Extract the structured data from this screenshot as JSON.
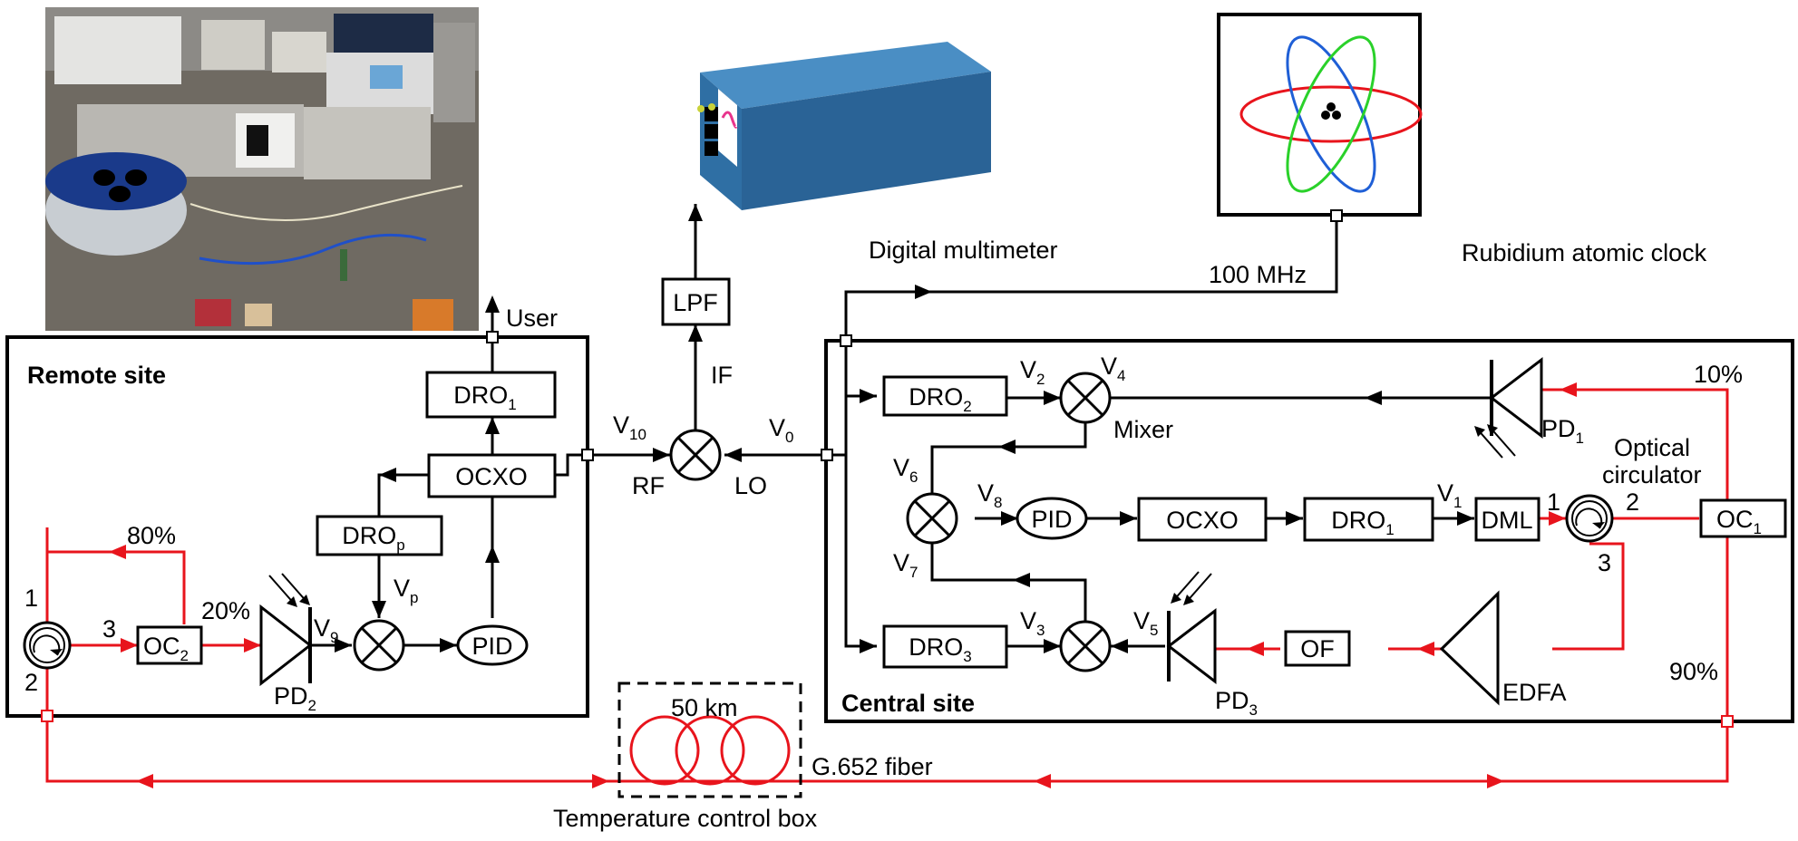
{
  "colors": {
    "fiber": "#e8141c",
    "box_top": "#3d7fb5",
    "box_front": "#2e6a9e",
    "signal": "#e8348c"
  },
  "photo": {
    "name": "experimental-setup-photo"
  },
  "labels": {
    "user": "User",
    "remote_site": "Remote site",
    "central_site": "Central site",
    "digital_multimeter": "Digital multimeter",
    "rubidium_clock": "Rubidium atomic clock",
    "freq_100mhz": "100 MHz",
    "pct_10": "10%",
    "pct_90": "90%",
    "pct_80": "80%",
    "pct_20": "20%",
    "optical_circulator_1": "Optical",
    "optical_circulator_2": "circulator",
    "mixer": "Mixer",
    "edfa": "EDFA",
    "spool_km": "50  km",
    "g652": "G.652 fiber",
    "temp_box": "Temperature control box",
    "rf": "RF",
    "lo": "LO",
    "if": "IF",
    "port1_c": "1",
    "port2_c": "2",
    "port3_c": "3",
    "port1_r": "1",
    "port2_r": "2",
    "port3_r": "3"
  },
  "blocks": {
    "lpf": "LPF",
    "dro1_remote": {
      "main": "DRO",
      "sub": "1"
    },
    "ocxo_remote": "OCXO",
    "drop_remote": {
      "main": "DRO",
      "sub": "p"
    },
    "pid_remote": "PID",
    "oc2": {
      "main": "OC",
      "sub": "2"
    },
    "dro2": {
      "main": "DRO",
      "sub": "2"
    },
    "pid_central": "PID",
    "ocxo_central": "OCXO",
    "dro1_central": {
      "main": "DRO",
      "sub": "1"
    },
    "dml": "DML",
    "oc1": {
      "main": "OC",
      "sub": "1"
    },
    "dro3": {
      "main": "DRO",
      "sub": "3"
    },
    "of": "OF"
  },
  "signals": {
    "v0": {
      "main": "V",
      "sub": "0"
    },
    "v1": {
      "main": "V",
      "sub": "1"
    },
    "v2": {
      "main": "V",
      "sub": "2"
    },
    "v3": {
      "main": "V",
      "sub": "3"
    },
    "v4": {
      "main": "V",
      "sub": "4"
    },
    "v5": {
      "main": "V",
      "sub": "5"
    },
    "v6": {
      "main": "V",
      "sub": "6"
    },
    "v7": {
      "main": "V",
      "sub": "7"
    },
    "v8": {
      "main": "V",
      "sub": "8"
    },
    "v9": {
      "main": "V",
      "sub": "9"
    },
    "v10": {
      "main": "V",
      "sub": "10"
    },
    "vp": {
      "main": "V",
      "sub": "p"
    }
  },
  "photodiodes": {
    "pd1": {
      "main": "PD",
      "sub": "1"
    },
    "pd2": {
      "main": "PD",
      "sub": "2"
    },
    "pd3": {
      "main": "PD",
      "sub": "3"
    }
  }
}
